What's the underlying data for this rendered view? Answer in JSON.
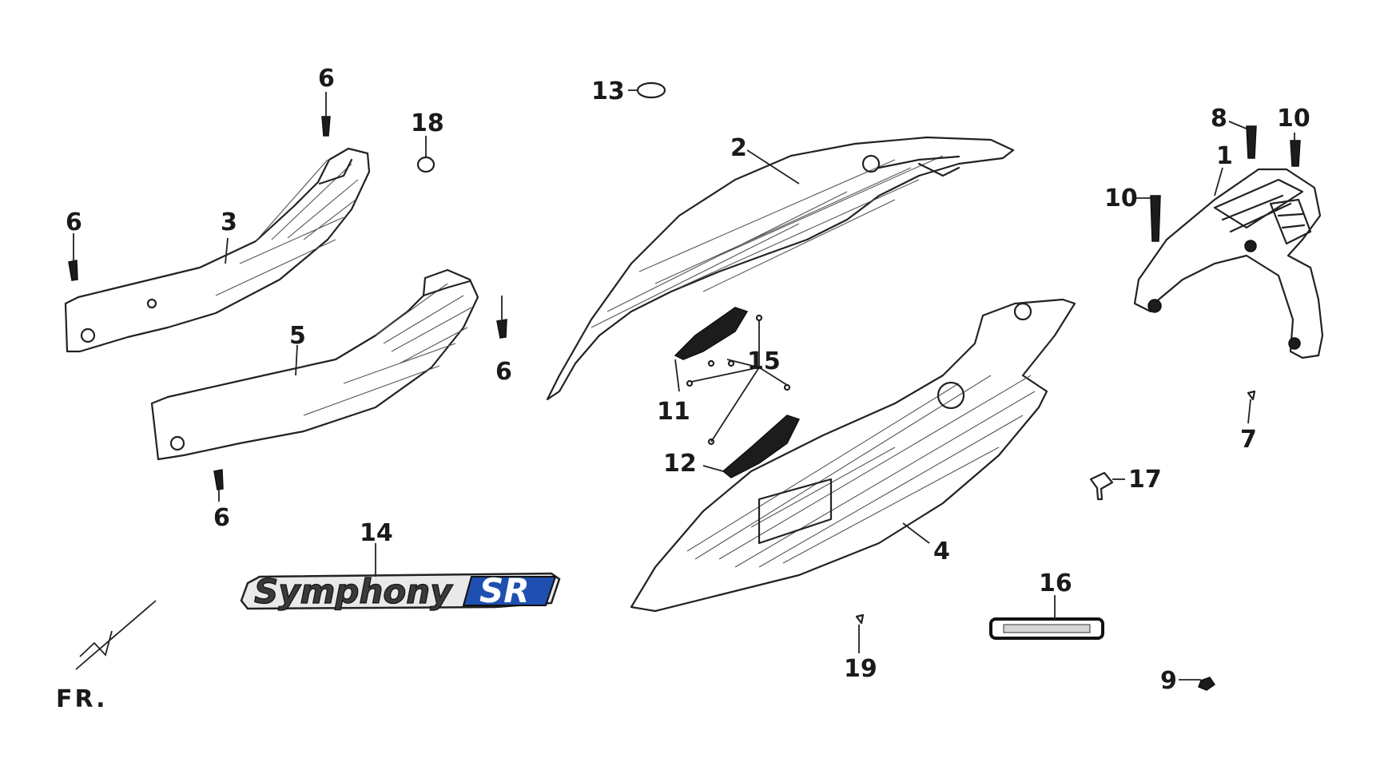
{
  "diagram": {
    "callouts": {
      "c1": "1",
      "c2": "2",
      "c3": "3",
      "c4": "4",
      "c5": "5",
      "c6a": "6",
      "c6b": "6",
      "c6c": "6",
      "c6d": "6",
      "c7": "7",
      "c8": "8",
      "c9": "9",
      "c10a": "10",
      "c10b": "10",
      "c11": "11",
      "c12": "12",
      "c13": "13",
      "c14": "14",
      "c15": "15",
      "c16": "16",
      "c17": "17",
      "c18": "18",
      "c19": "19"
    },
    "logo": {
      "word": "Symphony",
      "badge": "SR"
    },
    "front_indicator": "FR."
  }
}
